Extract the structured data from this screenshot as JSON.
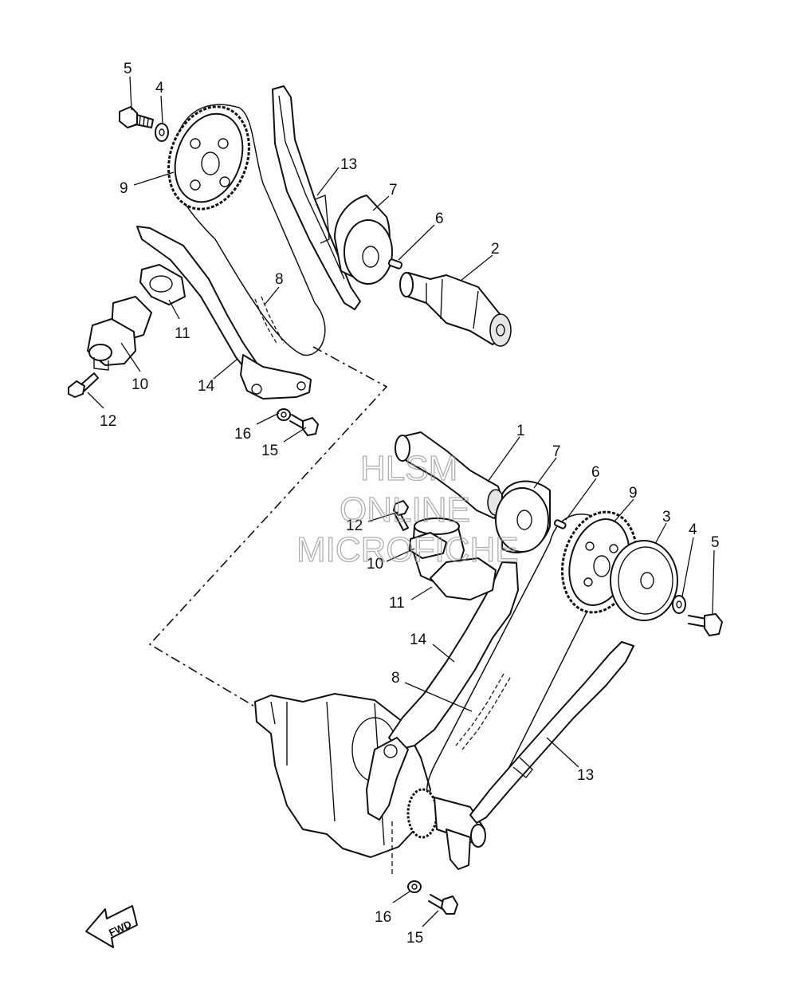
{
  "callouts": {
    "c1": "1",
    "c2": "2",
    "c3": "3",
    "c4a": "4",
    "c4b": "4",
    "c5a": "5",
    "c5b": "5",
    "c6a": "6",
    "c6b": "6",
    "c7a": "7",
    "c7b": "7",
    "c8a": "8",
    "c8b": "8",
    "c9a": "9",
    "c9b": "9",
    "c10a": "10",
    "c10b": "10",
    "c11a": "11",
    "c11b": "11",
    "c12a": "12",
    "c12b": "12",
    "c13a": "13",
    "c13b": "13",
    "c14a": "14",
    "c14b": "14",
    "c15a": "15",
    "c15b": "15",
    "c16a": "16",
    "c16b": "16"
  },
  "watermark": {
    "line1": "HLSM",
    "line2": "ONLINE",
    "line3": "MICROFICHE"
  },
  "direction_arrow": {
    "label": "FWD"
  }
}
